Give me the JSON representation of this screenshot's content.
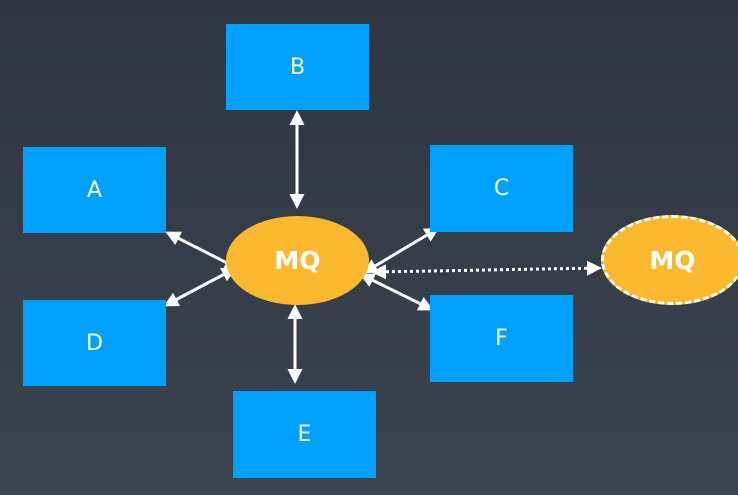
{
  "colors": {
    "background_top": "#2d3640",
    "background_bottom": "#3b4550",
    "box": "#00a0ff",
    "broker": "#fbb92f",
    "connector": "#ffffff",
    "label": "#ffffff"
  },
  "nodes": {
    "a": "A",
    "b": "B",
    "c": "C",
    "d": "D",
    "e": "E",
    "f": "F",
    "mq": "MQ",
    "mq_remote": "MQ"
  }
}
